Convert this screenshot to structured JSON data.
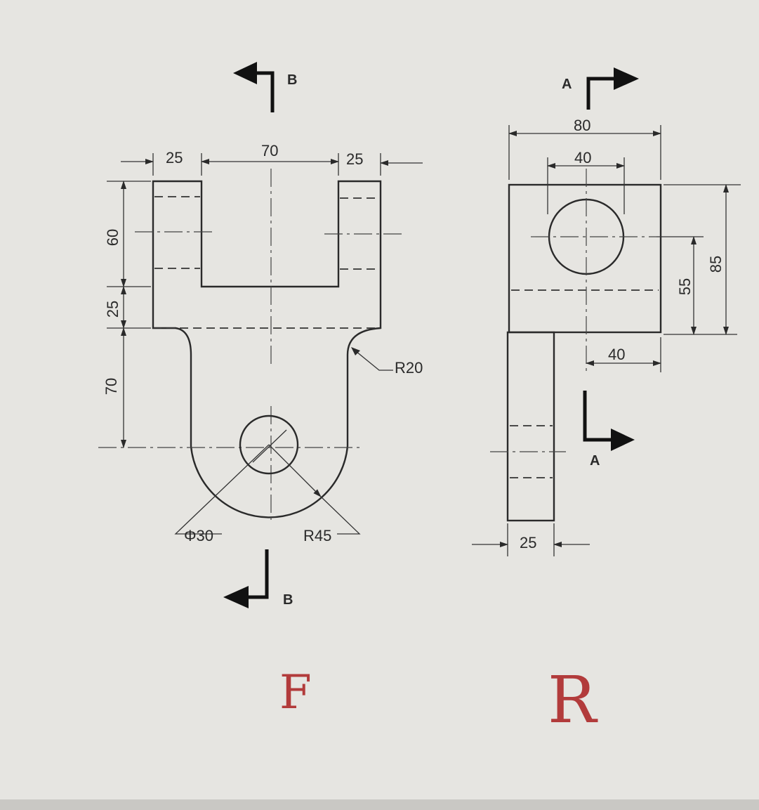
{
  "front_view": {
    "dims": {
      "left_width": "25",
      "slot_width": "70",
      "right_width": "25",
      "height_60": "60",
      "height_25": "25",
      "height_70": "70",
      "fillet": "R20",
      "hole_dia": "Φ30",
      "end_radius": "R45"
    },
    "section_label_top": "B",
    "section_label_bottom": "B",
    "handwritten_label": "F"
  },
  "side_view": {
    "dims": {
      "overall_width": "80",
      "hole_width": "40",
      "height_55": "55",
      "height_85": "85",
      "offset_40": "40",
      "thickness": "25"
    },
    "section_label_top": "A",
    "section_label_bottom": "A",
    "handwritten_label": "R"
  },
  "colors": {
    "paper": "#e6e5e1",
    "ink": "#2a2a2a",
    "handwriting": "#b23b3b"
  }
}
